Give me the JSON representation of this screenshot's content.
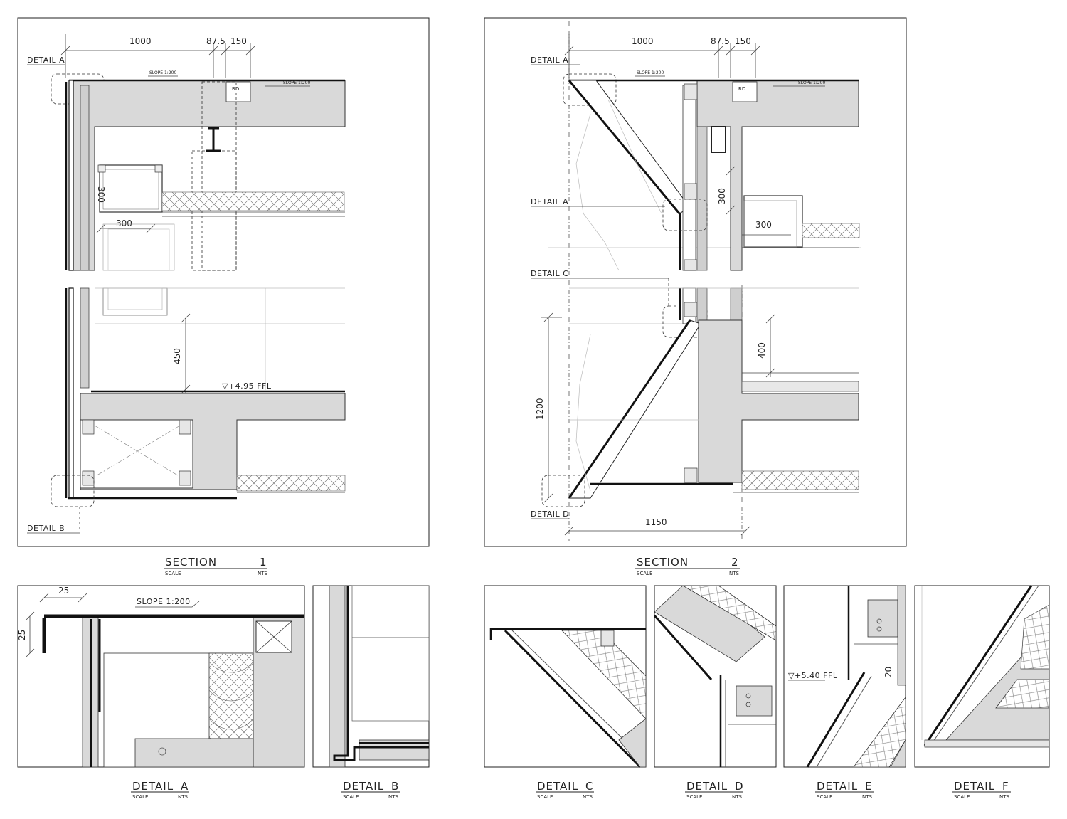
{
  "sections": [
    {
      "title": "SECTION",
      "number": "1",
      "scale_label": "SCALE",
      "scale_value": "NTS"
    },
    {
      "title": "SECTION",
      "number": "2",
      "scale_label": "SCALE",
      "scale_value": "NTS"
    }
  ],
  "details": [
    {
      "title": "DETAIL",
      "letter": "A",
      "scale_label": "SCALE",
      "scale_value": "NTS"
    },
    {
      "title": "DETAIL",
      "letter": "B",
      "scale_label": "SCALE",
      "scale_value": "NTS"
    },
    {
      "title": "DETAIL",
      "letter": "C",
      "scale_label": "SCALE",
      "scale_value": "NTS"
    },
    {
      "title": "DETAIL",
      "letter": "D",
      "scale_label": "SCALE",
      "scale_value": "NTS"
    },
    {
      "title": "DETAIL",
      "letter": "E",
      "scale_label": "SCALE",
      "scale_value": "NTS"
    },
    {
      "title": "DETAIL",
      "letter": "F",
      "scale_label": "SCALE",
      "scale_value": "NTS"
    }
  ],
  "section1": {
    "dims": {
      "top_a": "1000",
      "top_b": "87.5",
      "top_c": "150",
      "v300": "300",
      "h300": "300",
      "v450": "450"
    },
    "slope_left": "SLOPE 1:200",
    "slope_right": "SLOPE 1:200",
    "rd": "RD.",
    "level": "▽+4.95 FFL",
    "callout_top": "DETAIL A",
    "callout_bottom": "DETAIL B"
  },
  "section2": {
    "dims": {
      "top_a": "1000",
      "top_b": "87.5",
      "top_c": "150",
      "v300": "300",
      "h300": "300",
      "v400": "400",
      "v1200": "1200",
      "h1150": "1150"
    },
    "slope_left": "SLOPE 1:200",
    "slope_right": "SLOPE 1:200",
    "rd": "RD.",
    "callout_1": "DETAIL A",
    "callout_2": "DETAIL A",
    "callout_3": "DETAIL C",
    "callout_4": "DETAIL D"
  },
  "detailA": {
    "dim_h": "25",
    "dim_v": "25",
    "slope": "SLOPE 1:200"
  },
  "detailE": {
    "level": "▽+5.40 FFL",
    "dim": "20"
  }
}
